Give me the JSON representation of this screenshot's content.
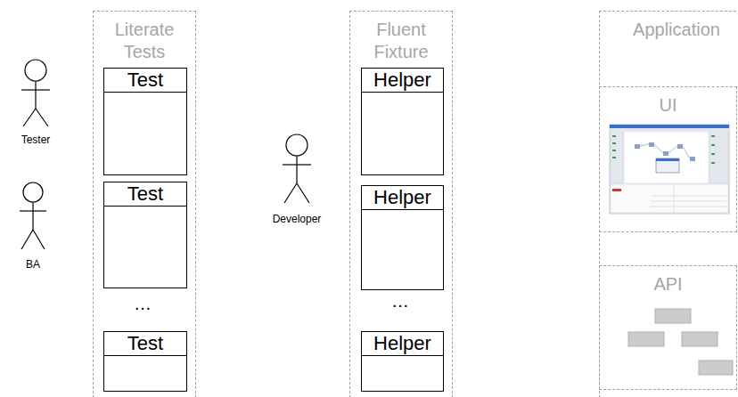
{
  "diagram": {
    "nodes": [
      {
        "text": [
          "Literate Tests"
        ]
      },
      {
        "text": [
          "Test"
        ],
        "in": 0
      },
      {
        "text": [
          "Test"
        ],
        "in": 0
      },
      {
        "text": [
          "Test"
        ],
        "in": 0
      },
      {
        "text": [
          "Fluent Fixture"
        ]
      },
      {
        "text": [
          "Helper"
        ],
        "in": 4
      },
      {
        "text": [
          "Helper"
        ],
        "in": 4
      },
      {
        "text": [
          "Helper"
        ],
        "in": 4
      },
      {
        "text": [
          "Application"
        ]
      },
      {
        "text": [
          "UI"
        ],
        "in": 8
      },
      {
        "text": [
          "API"
        ],
        "in": 8
      }
    ],
    "labels": [
      "Tester",
      "BA",
      "Developer",
      "…",
      "…"
    ]
  }
}
